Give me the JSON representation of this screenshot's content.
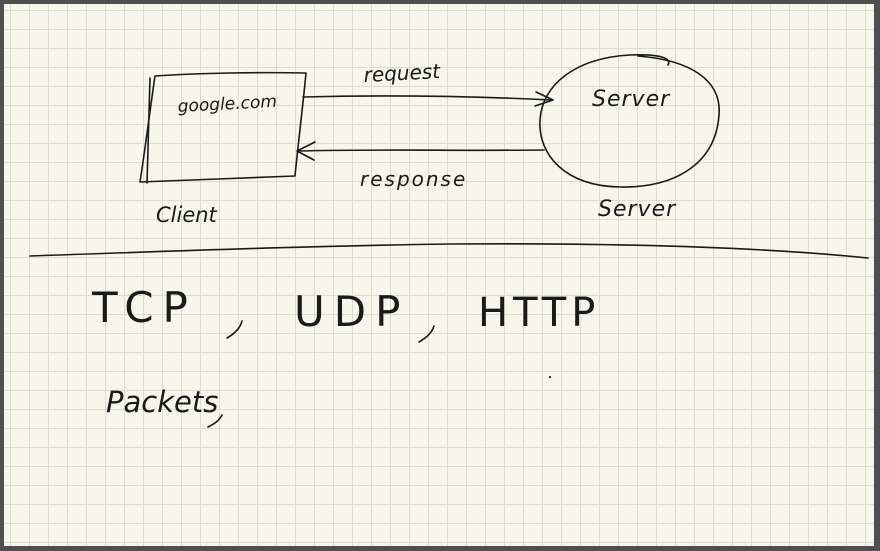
{
  "diagram": {
    "client_box_text": "google.com",
    "client_label": "Client",
    "server_circle_text": "Server",
    "server_label": "Server",
    "request_label": "request",
    "response_label": "response"
  },
  "notes": {
    "protocols": [
      "TCP",
      "UDP",
      "HTTP"
    ],
    "packets": "Packets"
  },
  "colors": {
    "paper": "#f7f6ea",
    "grid": "#dcdccf",
    "ink": "#1a1a1a",
    "frame": "#4f4f4f"
  }
}
